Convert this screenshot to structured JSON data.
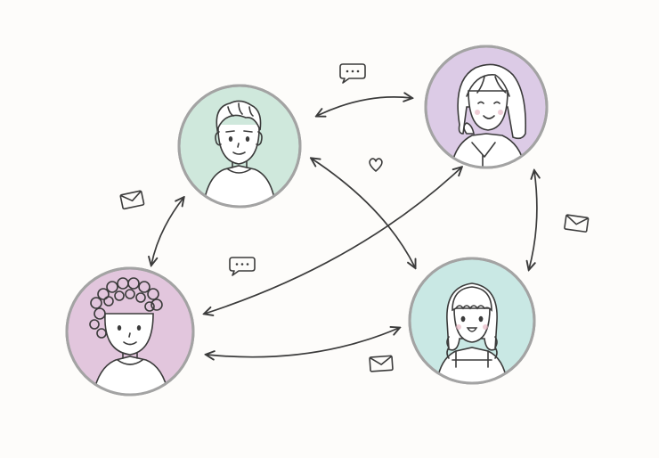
{
  "people": [
    {
      "id": "person-boy",
      "color": "#cfe8dc"
    },
    {
      "id": "person-girl-long-hair",
      "color": "#dccbe6"
    },
    {
      "id": "person-curly-hair",
      "color": "#e2c6dd"
    },
    {
      "id": "person-girl-bangs",
      "color": "#c9e8e4"
    }
  ],
  "icons": [
    "envelope-icon",
    "speech-bubble-icon",
    "heart-icon"
  ],
  "connections": [
    [
      "person-boy",
      "person-girl-long-hair"
    ],
    [
      "person-boy",
      "person-curly-hair"
    ],
    [
      "person-boy",
      "person-girl-bangs"
    ],
    [
      "person-curly-hair",
      "person-girl-long-hair"
    ],
    [
      "person-curly-hair",
      "person-girl-bangs"
    ],
    [
      "person-girl-long-hair",
      "person-girl-bangs"
    ]
  ],
  "ink_color": "#3b3b3b"
}
